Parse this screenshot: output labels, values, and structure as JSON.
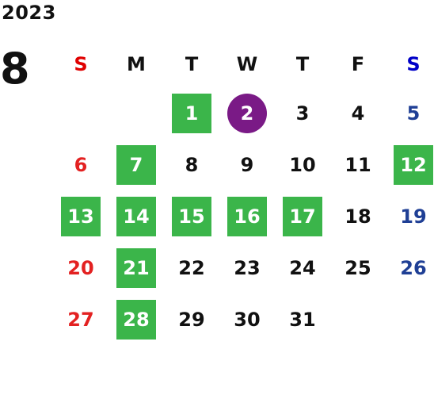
{
  "year": "2023",
  "month": "8",
  "weekdays": [
    "S",
    "M",
    "T",
    "W",
    "T",
    "F",
    "S"
  ],
  "colors": {
    "holiday_green": "#3bb54a",
    "today_purple": "#7a1a86",
    "sunday_red": "#e32121",
    "saturday_blue": "#1f3f95"
  },
  "weeks": [
    [
      {
        "day": "",
        "style": "empty"
      },
      {
        "day": "",
        "style": "empty"
      },
      {
        "day": "1",
        "style": "green"
      },
      {
        "day": "2",
        "style": "circle"
      },
      {
        "day": "3",
        "style": "plain"
      },
      {
        "day": "4",
        "style": "plain"
      },
      {
        "day": "5",
        "style": "plain"
      }
    ],
    [
      {
        "day": "6",
        "style": "plain"
      },
      {
        "day": "7",
        "style": "green"
      },
      {
        "day": "8",
        "style": "plain"
      },
      {
        "day": "9",
        "style": "plain"
      },
      {
        "day": "10",
        "style": "plain"
      },
      {
        "day": "11",
        "style": "plain"
      },
      {
        "day": "12",
        "style": "green"
      }
    ],
    [
      {
        "day": "13",
        "style": "green"
      },
      {
        "day": "14",
        "style": "green"
      },
      {
        "day": "15",
        "style": "green"
      },
      {
        "day": "16",
        "style": "green"
      },
      {
        "day": "17",
        "style": "green"
      },
      {
        "day": "18",
        "style": "plain"
      },
      {
        "day": "19",
        "style": "plain"
      }
    ],
    [
      {
        "day": "20",
        "style": "plain"
      },
      {
        "day": "21",
        "style": "green"
      },
      {
        "day": "22",
        "style": "plain"
      },
      {
        "day": "23",
        "style": "plain"
      },
      {
        "day": "24",
        "style": "plain"
      },
      {
        "day": "25",
        "style": "plain"
      },
      {
        "day": "26",
        "style": "plain"
      }
    ],
    [
      {
        "day": "27",
        "style": "plain"
      },
      {
        "day": "28",
        "style": "green"
      },
      {
        "day": "29",
        "style": "plain"
      },
      {
        "day": "30",
        "style": "plain"
      },
      {
        "day": "31",
        "style": "plain"
      },
      {
        "day": "",
        "style": "empty"
      },
      {
        "day": "",
        "style": "empty"
      }
    ]
  ]
}
